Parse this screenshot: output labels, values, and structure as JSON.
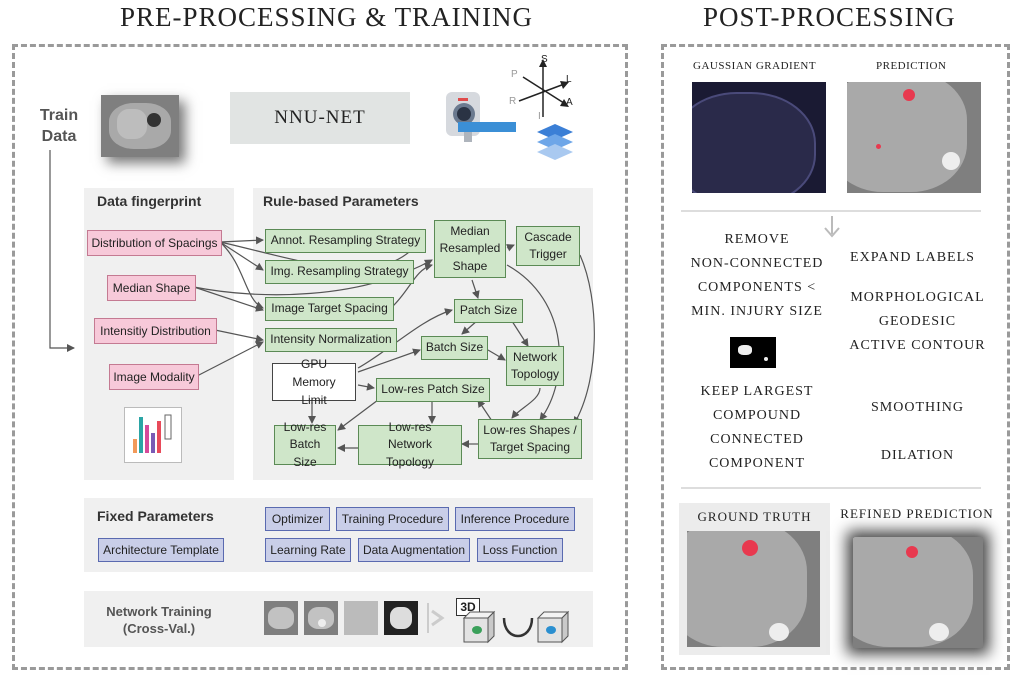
{
  "headers": {
    "left": "PRE-PROCESSING & TRAINING",
    "right": "POST-PROCESSING"
  },
  "train_data": "Train\nData",
  "nnunet_title": "NNU-NET",
  "axes": {
    "s": "S",
    "l": "L",
    "p": "P",
    "r": "R",
    "a": "A",
    "i": "I"
  },
  "fingerprint": {
    "title": "Data fingerprint",
    "items": [
      "Distribution of Spacings",
      "Median Shape",
      "Intensitiy Distribution",
      "Image Modality"
    ]
  },
  "rules": {
    "title": "Rule-based Parameters",
    "annot_resampling": "Annot. Resampling Strategy",
    "img_resampling": "Img. Resampling Strategy",
    "image_target_spacing": "Image Target Spacing",
    "intensity_normalization": "Intensity Normalization",
    "median_resampled_shape": "Median Resampled Shape",
    "cascade_trigger": "Cascade Trigger",
    "patch_size": "Patch Size",
    "batch_size": "Batch Size",
    "network_topology": "Network Topology",
    "gpu_memory_limit": "GPU Memory Limit",
    "lowres_patch_size": "Low-res Patch Size",
    "lowres_batch_size": "Low-res Batch Size",
    "lowres_network_topology": "Low-res Network Topology",
    "lowres_shapes": "Low-res Shapes / Target Spacing"
  },
  "fixed": {
    "title": "Fixed Parameters",
    "items": [
      "Optimizer",
      "Training Procedure",
      "Inference Procedure",
      "Architecture Template",
      "Learning Rate",
      "Data Augmentation",
      "Loss Function"
    ]
  },
  "training": {
    "title": "Network Training\n(Cross-Val.)",
    "badge": "3D"
  },
  "post": {
    "gaussian_gradient": "GAUSSIAN GRADIENT",
    "prediction": "PREDICTION",
    "remove_text": "REMOVE\nNON-CONNECTED\nCOMPONENTS <\nMIN. INJURY SIZE",
    "keep_text": "KEEP LARGEST\nCOMPOUND\nCONNECTED\nCOMPONENT",
    "expand_labels": "EXPAND LABELS",
    "morph_text": "MORPHOLOGICAL\nGEODESIC\nACTIVE CONTOUR",
    "smoothing": "SMOOTHING",
    "dilation": "DILATION",
    "ground_truth": "GROUND TRUTH",
    "refined_prediction": "REFINED PREDICTION"
  },
  "colors": {
    "pink": "#f7c9d9",
    "green": "#cfe6c9",
    "blue": "#c9cee8",
    "lesion": "#e8394f"
  }
}
